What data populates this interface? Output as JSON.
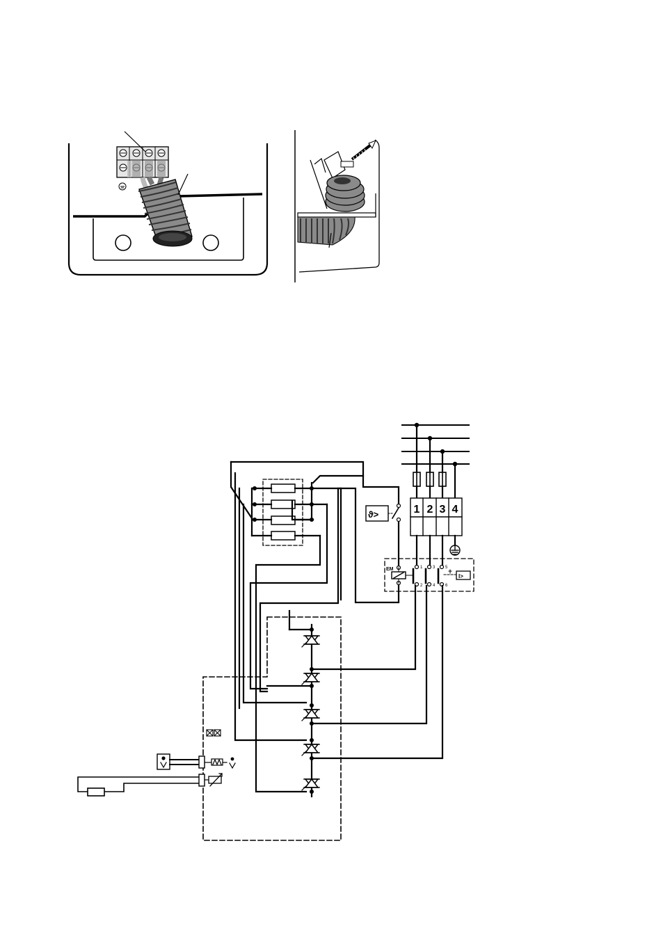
{
  "diagram": {
    "terminal_numbers": [
      "1",
      "2",
      "3",
      "4"
    ],
    "contact_numbers": [
      "1",
      "2",
      "3",
      "4",
      "5",
      "6"
    ],
    "contactor_label": "EM",
    "relay_label": "I>",
    "thermostat_label": "ϑ>",
    "sensor_label": "ϑ"
  },
  "colors": {
    "ink": "#000000",
    "hose": "#8a8a8a",
    "hose_dark": "#555555",
    "terminal_fill": "#dcdcdc"
  }
}
